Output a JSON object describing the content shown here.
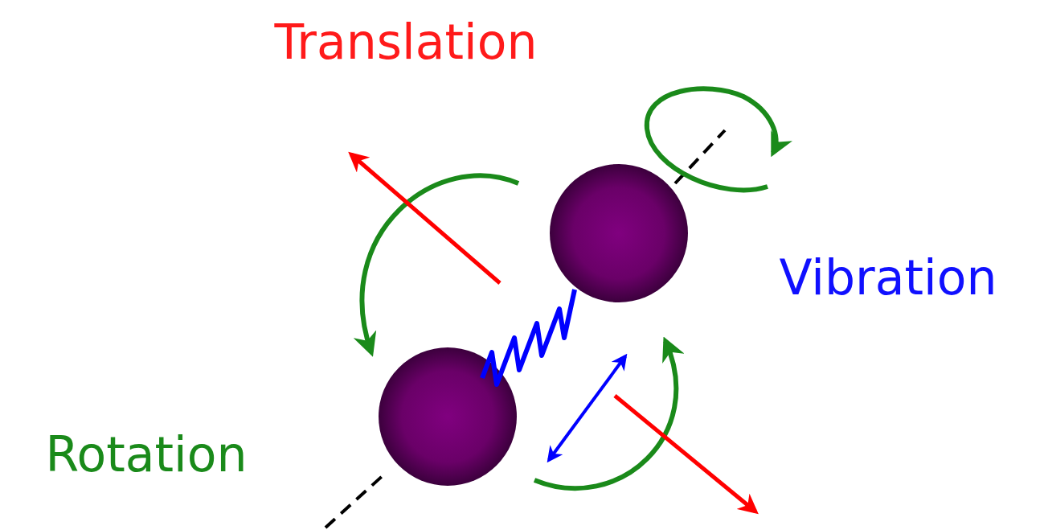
{
  "diagram": {
    "labels": [
      "Translation",
      "Vibration",
      "Rotation"
    ]
  }
}
